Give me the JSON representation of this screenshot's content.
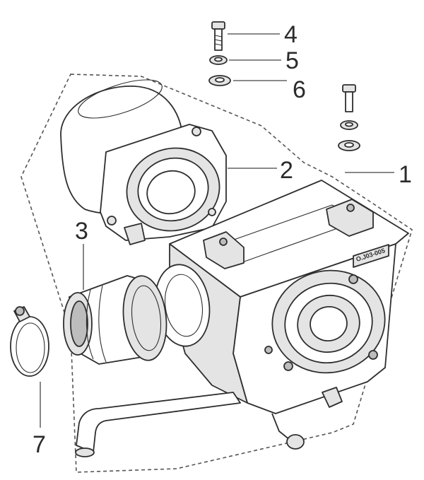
{
  "callouts": [
    {
      "id": "1",
      "label": "1"
    },
    {
      "id": "2",
      "label": "2"
    },
    {
      "id": "3",
      "label": "3"
    },
    {
      "id": "4",
      "label": "4"
    },
    {
      "id": "5",
      "label": "5"
    },
    {
      "id": "6",
      "label": "6"
    },
    {
      "id": "7",
      "label": "7"
    }
  ],
  "plate_text": "O.J03-005"
}
